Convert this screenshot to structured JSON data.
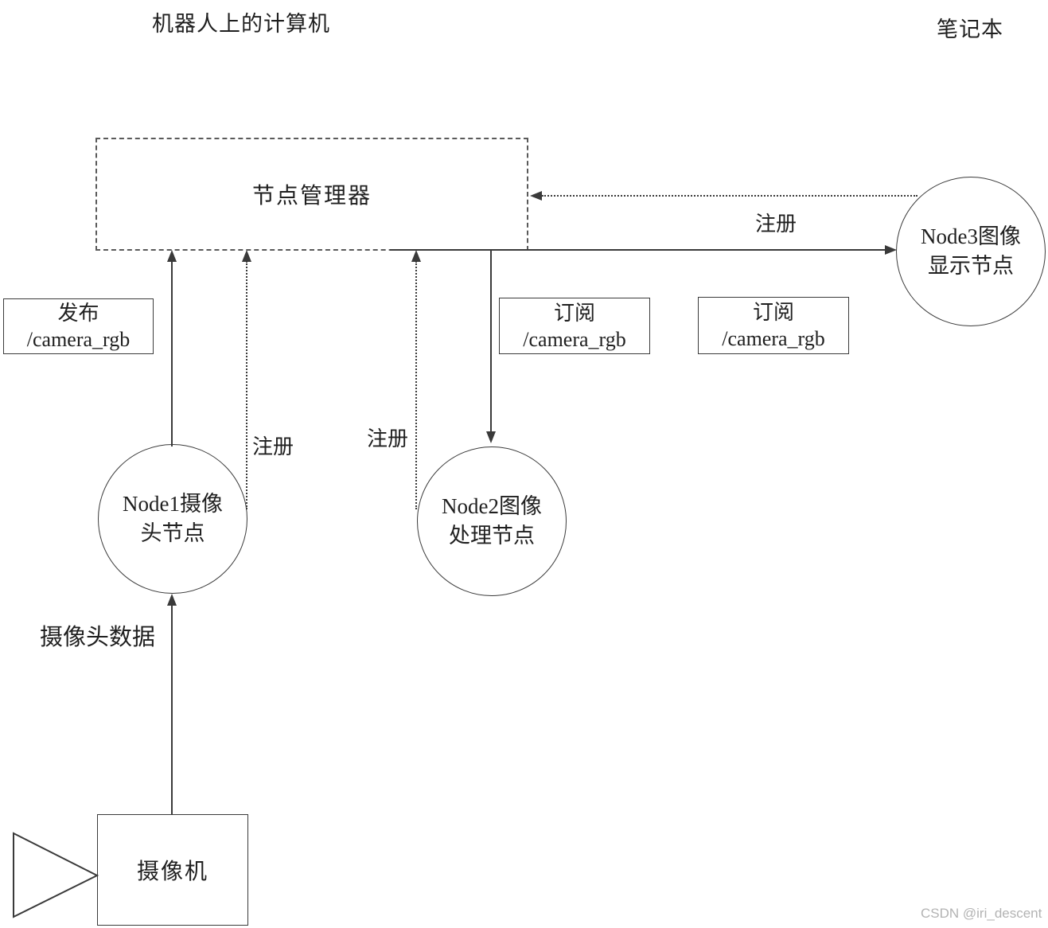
{
  "titles": {
    "robot_computer": "机器人上的计算机",
    "laptop": "笔记本"
  },
  "manager": {
    "label": "节点管理器"
  },
  "nodes": {
    "node1": {
      "line1": "Node1摄像",
      "line2": "头节点"
    },
    "node2": {
      "line1": "Node2图像",
      "line2": "处理节点"
    },
    "node3": {
      "line1": "Node3图像",
      "line2": "显示节点"
    }
  },
  "topic_boxes": {
    "publish": {
      "line1": "发布",
      "line2": "/camera_rgb"
    },
    "subscribe1": {
      "line1": "订阅",
      "line2": "/camera_rgb"
    },
    "subscribe2": {
      "line1": "订阅",
      "line2": "/camera_rgb"
    }
  },
  "edge_labels": {
    "register_node1": "注册",
    "register_node2": "注册",
    "register_node3": "注册",
    "camera_data": "摄像头数据"
  },
  "camera": {
    "label": "摄像机"
  },
  "watermark": "CSDN @iri_descent",
  "colors": {
    "line": "#3a3a3a",
    "text": "#1f1f1f",
    "background": "#ffffff",
    "watermark": "#b3b3b3"
  }
}
